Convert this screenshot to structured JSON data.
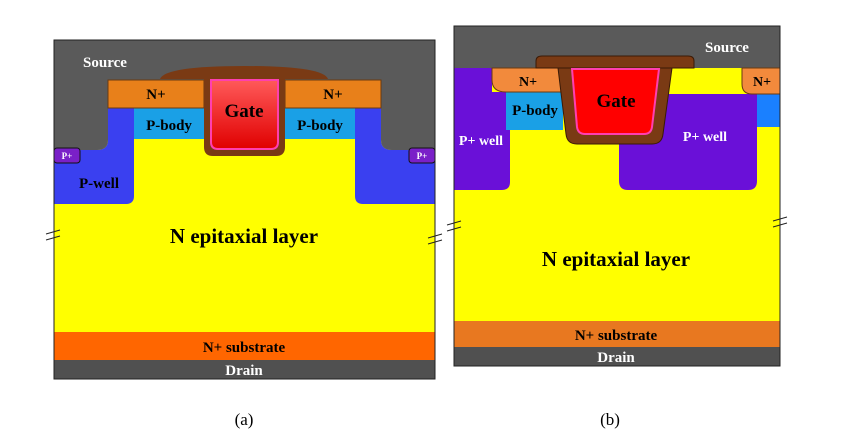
{
  "figure_a": {
    "source": "Source",
    "n_plus_left": "N+",
    "n_plus_right": "N+",
    "gate": "Gate",
    "p_body_left": "P-body",
    "p_body_right": "P-body",
    "p_plus_left": "P+",
    "p_plus_right": "P+",
    "p_well": "P-well",
    "epi": "N epitaxial layer",
    "substrate": "N+ substrate",
    "drain": "Drain",
    "caption": "(a)"
  },
  "figure_b": {
    "source": "Source",
    "n_plus_left": "N+",
    "n_plus_right": "N+",
    "gate": "Gate",
    "p_body": "P-body",
    "p_well_left": "P+ well",
    "p_well_right": "P+ well",
    "epi": "N epitaxial layer",
    "substrate": "N+ substrate",
    "drain": "Drain",
    "caption": "(b)"
  },
  "colors": {
    "source_metal": "#5a5a5a",
    "epi": "#ffff00",
    "substrate": "#ff6600",
    "substrate_b": "#e87820",
    "drain": "#505050",
    "n_plus": "#e8801a",
    "n_plus_b": "#f28a3c",
    "p_body": "#1aa0e6",
    "p_well": "#3a40f0",
    "p_well_b": "#6a10d8",
    "gate": "#ff0000",
    "gate_oxide": "#7a3a14",
    "gate_border": "#ff3fb0"
  }
}
